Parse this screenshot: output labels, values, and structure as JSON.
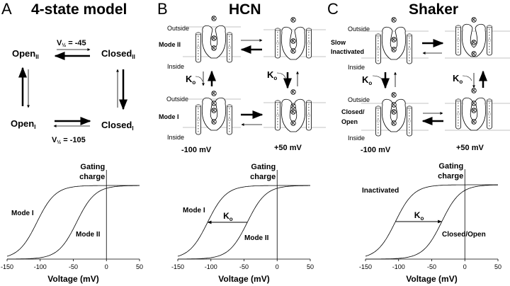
{
  "panels": {
    "A": {
      "letter": "A",
      "title": "4-state model",
      "states": {
        "open2": "Open",
        "open2_sub": "II",
        "closed2": "Closed",
        "closed2_sub": "II",
        "open1": "Open",
        "open1_sub": "I",
        "closed1": "Closed",
        "closed1_sub": "I"
      },
      "vhalf_top_prefix": "V",
      "vhalf_top_sub": "½",
      "vhalf_top_value": " = -45",
      "vhalf_bottom_prefix": "V",
      "vhalf_bottom_sub": "½",
      "vhalf_bottom_value": " = -105"
    },
    "B": {
      "letter": "B",
      "title": "HCN",
      "outside": "Outside",
      "inside": "Inside",
      "row_top_label": "Mode II",
      "row_bottom_label": "Mode I",
      "ko": "K",
      "ko_sub": "o",
      "ion": "K",
      "volt_left": "-100 mV",
      "volt_right": "+50 mV"
    },
    "C": {
      "letter": "C",
      "title": "Shaker",
      "outside": "Outside",
      "inside": "Inside",
      "row_top_label_1": "Slow",
      "row_top_label_2": "Inactivated",
      "row_bottom_label_1": "Closed/",
      "row_bottom_label_2": "Open",
      "ko": "K",
      "ko_sub": "o",
      "ion": "K",
      "volt_left": "-100 mV",
      "volt_right": "+50 mV"
    }
  },
  "chart_data": [
    {
      "type": "line",
      "panel": "A",
      "title": "",
      "ylabel_1": "Gating",
      "ylabel_2": "charge",
      "xlabel": "Voltage (mV)",
      "xlim": [
        -150,
        50
      ],
      "xticks": [
        -150,
        -100,
        -50,
        0,
        50
      ],
      "xtick_labels": [
        "-150",
        "-100",
        "-50",
        "0",
        "50"
      ],
      "series": [
        {
          "name": "Mode I",
          "vhalf": -105,
          "slope": 14
        },
        {
          "name": "Mode II",
          "vhalf": -45,
          "slope": 14
        }
      ],
      "annotations": []
    },
    {
      "type": "line",
      "panel": "B",
      "ylabel_1": "Gating",
      "ylabel_2": "charge",
      "xlabel": "Voltage (mV)",
      "xlim": [
        -150,
        50
      ],
      "xticks": [
        -150,
        -100,
        -50,
        0,
        50
      ],
      "xtick_labels": [
        "-150",
        "-100",
        "-50",
        "0",
        "50"
      ],
      "series": [
        {
          "name": "Mode I",
          "vhalf": -105,
          "slope": 14
        },
        {
          "name": "Mode II",
          "vhalf": -45,
          "slope": 14
        }
      ],
      "annotations": [
        {
          "text": "K",
          "sub": "o",
          "arrow_from": -45,
          "arrow_to": -105
        }
      ]
    },
    {
      "type": "line",
      "panel": "C",
      "ylabel_1": "Gating",
      "ylabel_2": "charge",
      "xlabel": "Voltage (mV)",
      "xlim": [
        -150,
        50
      ],
      "xticks": [
        -150,
        -100,
        -50,
        0,
        50
      ],
      "xtick_labels": [
        "-150",
        "-100",
        "-50",
        "0",
        "50"
      ],
      "series": [
        {
          "name": "Inactivated",
          "vhalf": -105,
          "slope": 14
        },
        {
          "name": "Closed/Open",
          "vhalf": -35,
          "slope": 14
        }
      ],
      "annotations": [
        {
          "text": "K",
          "sub": "o",
          "arrow_from": -105,
          "arrow_to": -35
        }
      ]
    }
  ]
}
